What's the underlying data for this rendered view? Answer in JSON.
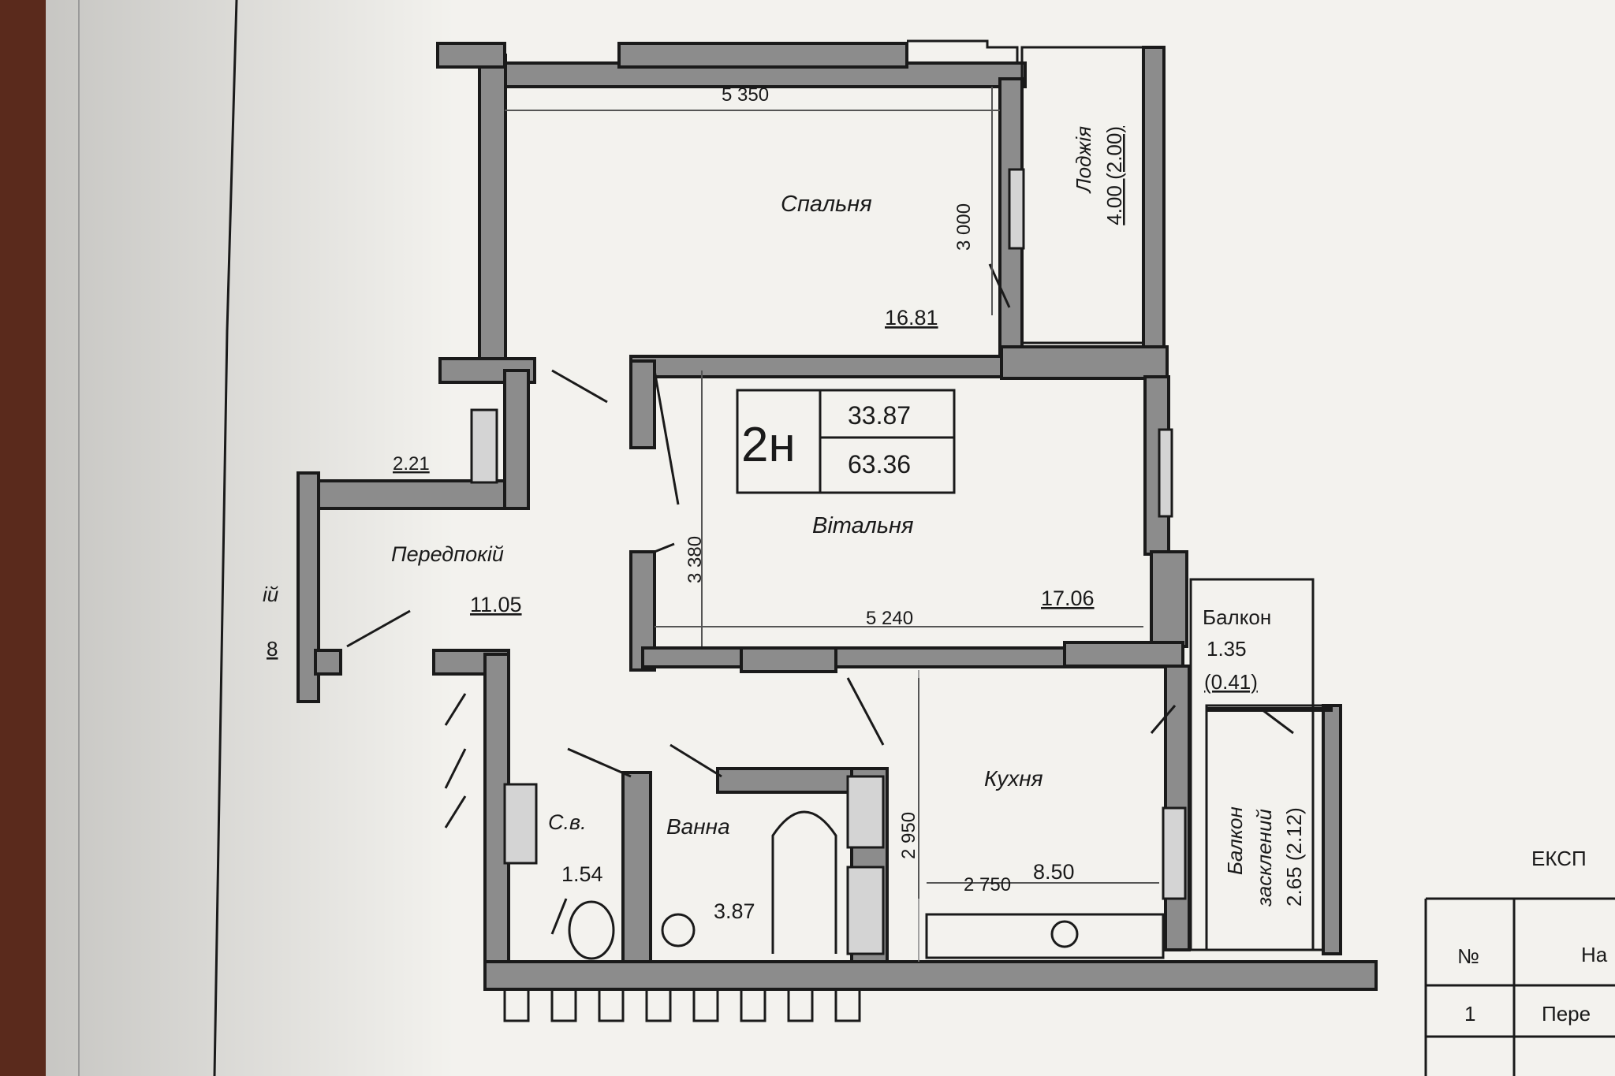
{
  "apartment": {
    "type": "2н",
    "living_area": "33.87",
    "total_area": "63.36"
  },
  "rooms": {
    "bedroom": {
      "name": "Спальня",
      "area": "16.81"
    },
    "living": {
      "name": "Вітальня",
      "area": "17.06"
    },
    "hall": {
      "name": "Передпокій",
      "area": "11.05"
    },
    "kitchen": {
      "name": "Кухня",
      "area": "8.50"
    },
    "bath": {
      "name": "Ванна",
      "area": "3.87"
    },
    "wc": {
      "name": "С.в.",
      "area": "1.54"
    },
    "loggia": {
      "name": "Лоджія",
      "area": "4.00 (2.00)"
    },
    "balcony": {
      "name": "Балкон",
      "area": "1.35",
      "area2": "(0.41)"
    },
    "balcony_glazed": {
      "name1": "Балкон",
      "name2": "засклений",
      "area": "2.65 (2.12)"
    },
    "cut_room": {
      "area": "2.21",
      "fragment": "ій",
      "digit": "8"
    }
  },
  "dimensions": {
    "bedroom_width": "5 350",
    "bedroom_depth": "3 000",
    "living_depth": "3 380",
    "living_width": "5 240",
    "kitchen_depth": "2 950",
    "kitchen_width": "2 750"
  },
  "explication_table": {
    "title_fragment": "ЕКСП",
    "col_no": "№",
    "col_name_fragment": "На",
    "row1_no": "1",
    "row1_name_fragment": "Пере"
  }
}
